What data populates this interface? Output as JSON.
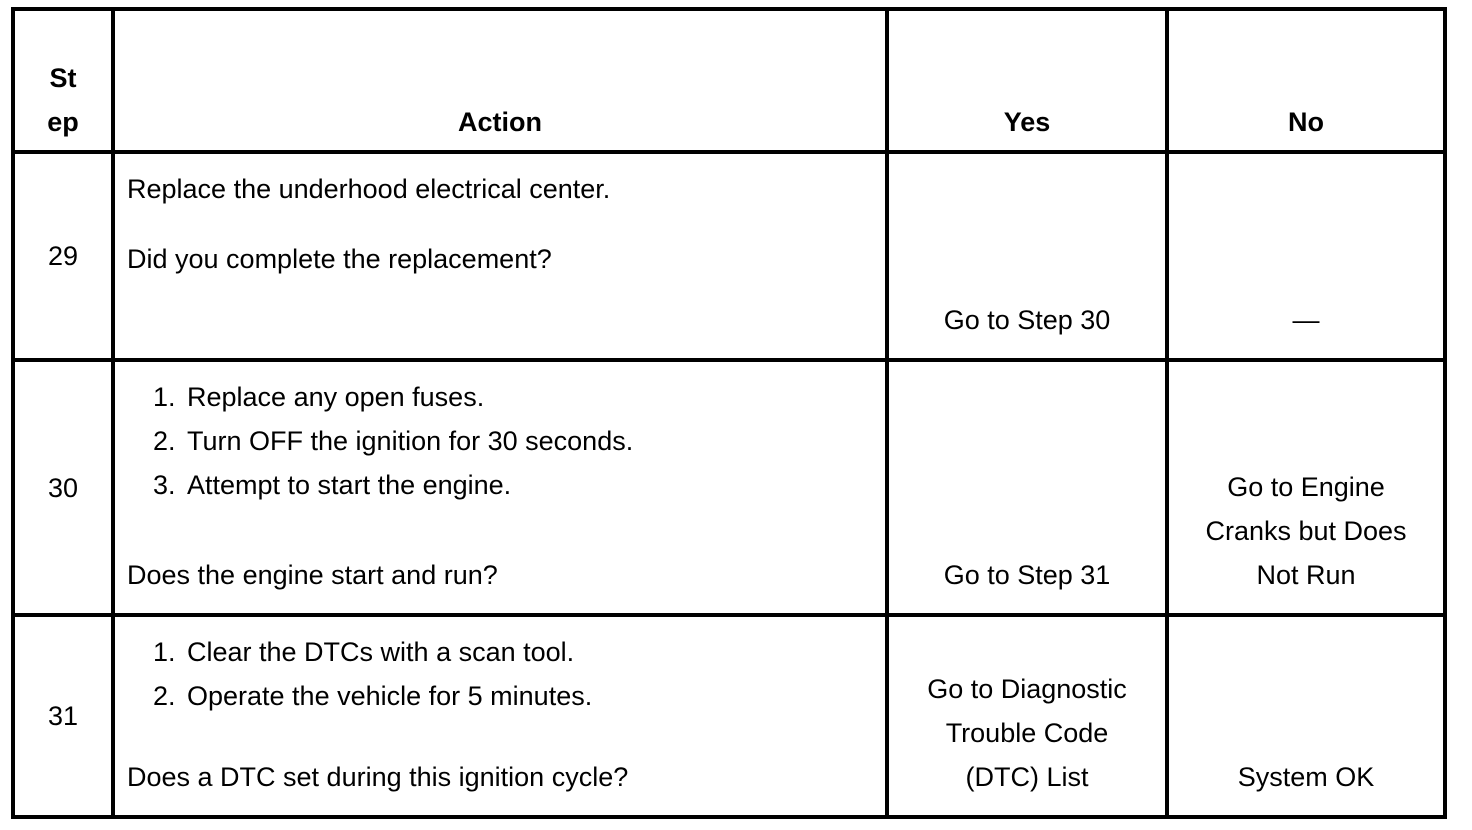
{
  "table": {
    "headers": {
      "step": [
        "St",
        "ep"
      ],
      "action": "Action",
      "yes": "Yes",
      "no": "No"
    },
    "rows": [
      {
        "step": "29",
        "action": {
          "intro": "Replace the underhood electrical center.",
          "question": "Did you complete the replacement?"
        },
        "yes": [
          "Go to Step 30"
        ],
        "no": [
          "—"
        ]
      },
      {
        "step": "30",
        "action": {
          "items": [
            "Replace any open fuses.",
            "Turn OFF the ignition for 30 seconds.",
            "Attempt to start the engine."
          ],
          "question": "Does the engine start and run?"
        },
        "yes": [
          "Go to Step 31"
        ],
        "no": [
          "Go to Engine",
          "Cranks but Does",
          "Not Run"
        ]
      },
      {
        "step": "31",
        "action": {
          "items": [
            "Clear the DTCs with a scan tool.",
            "Operate the vehicle for 5 minutes."
          ],
          "question": "Does a DTC set during this ignition cycle?"
        },
        "yes": [
          "Go to Diagnostic",
          "Trouble Code",
          "(DTC) List"
        ],
        "no": [
          "System OK"
        ]
      }
    ]
  }
}
